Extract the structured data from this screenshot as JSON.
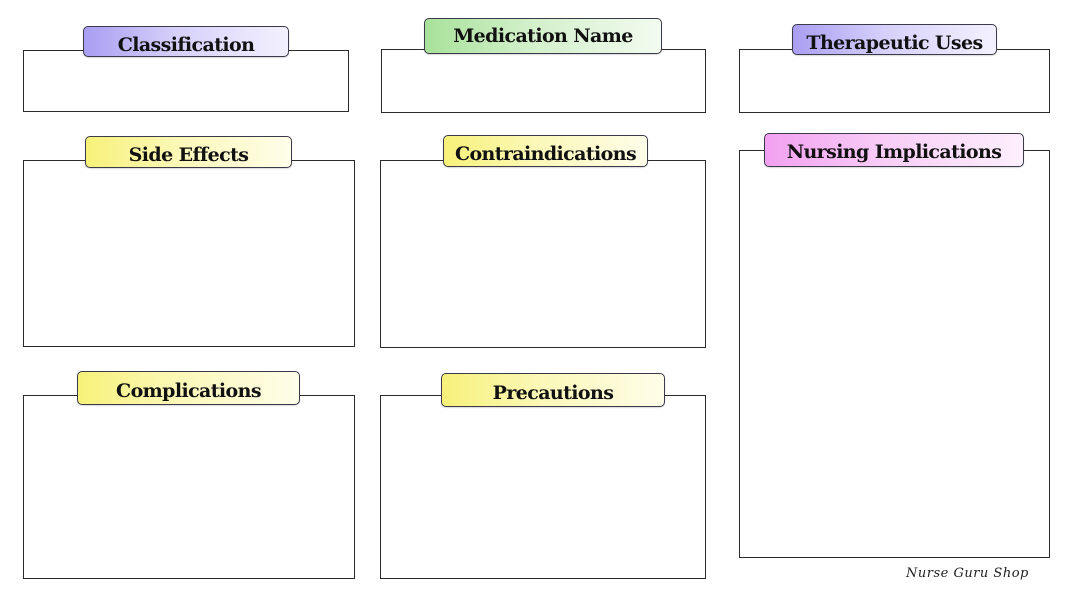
{
  "sections": {
    "classification": "Classification",
    "medication_name": "Medication Name",
    "therapeutic_uses": "Therapeutic Uses",
    "side_effects": "Side Effects",
    "contraindications": "Contraindications",
    "nursing_implications": "Nursing Implications",
    "complications": "Complications",
    "precautions": "Precautions"
  },
  "colors": {
    "purple": "#a99ef2",
    "green": "#a8e29a",
    "yellow": "#f7f17a",
    "pink": "#f2a0f0",
    "border": "#2a2a2a"
  },
  "footer": {
    "brand": "Nurse Guru Shop"
  }
}
